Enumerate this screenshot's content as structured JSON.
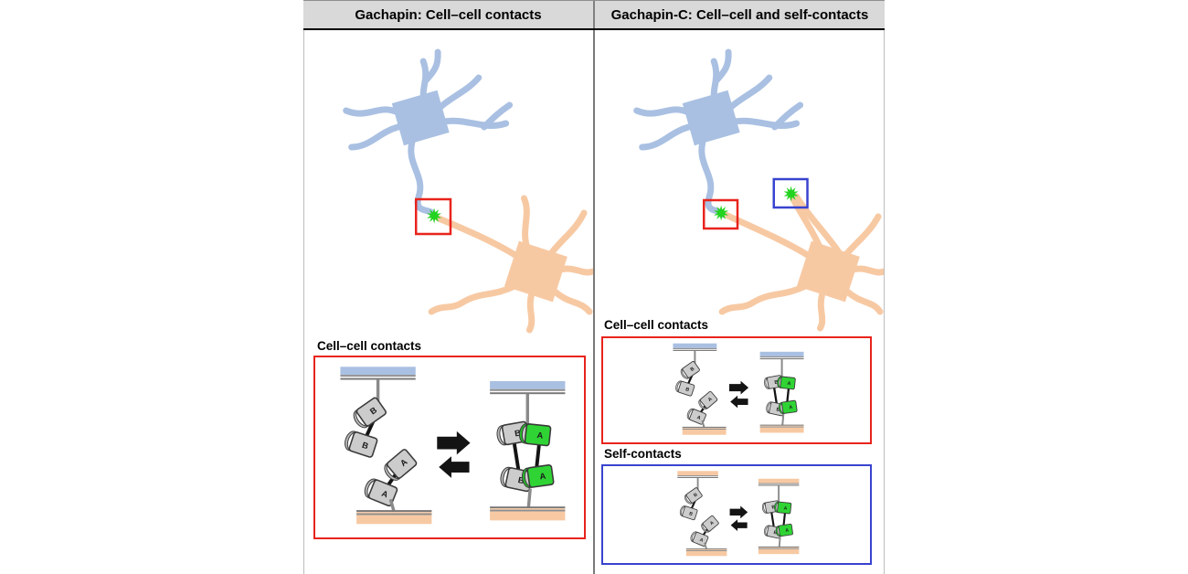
{
  "header": {
    "left_title": "Gachapin: Cell–cell contacts",
    "right_title": "Gachapin-C: Cell–cell and self-contacts"
  },
  "left_panel": {
    "schematic_label": "Cell–cell contacts"
  },
  "right_panel": {
    "cell_cell_label": "Cell–cell contacts",
    "self_label": "Self-contacts"
  },
  "molecule": {
    "domain_a_label": "A",
    "domain_b_label": "B"
  },
  "colors": {
    "blue_cell": "#a9c0e2",
    "orange_cell": "#f7c9a3",
    "domain_gray": "#cccccc",
    "domain_gray_cap": "#b9b9b9",
    "domain_green": "#2fd434",
    "domain_green_cap": "#28bb2d",
    "fluorescence_green": "#22d31f",
    "marker_red": "#e8241c",
    "marker_blue": "#3843cf",
    "header_bg": "#d9d9d9",
    "divider_gray": "#7a7a7a",
    "membrane_line_dark": "#787878",
    "membrane_line_light": "#8f8f8f",
    "stalk_gray": "#8a8a8a",
    "linker_black": "#141414"
  }
}
